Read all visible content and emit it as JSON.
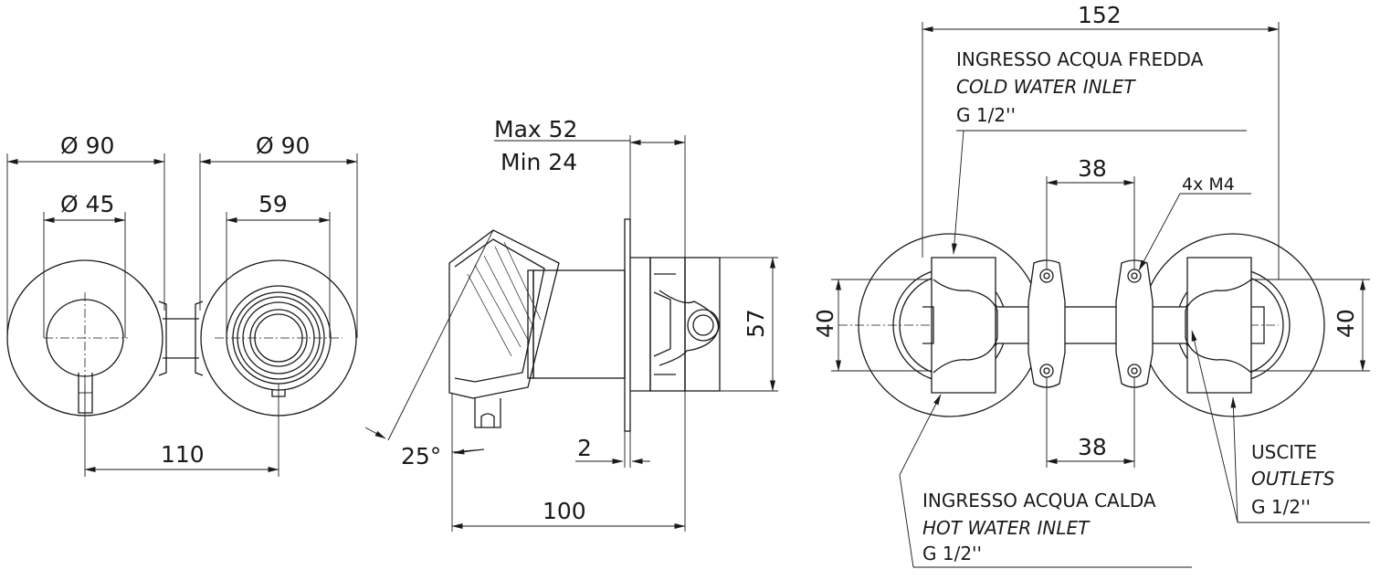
{
  "dimensions": {
    "front_outer_dia_left": "Ø 90",
    "front_outer_dia_right": "Ø 90",
    "handle_dia": "Ø 45",
    "cartridge_width": "59",
    "center_distance": "110",
    "max_depth": "Max 52",
    "min_depth": "Min 24",
    "body_height": "57",
    "plate_thickness": "2",
    "total_depth": "100",
    "handle_angle": "25°",
    "overall_width": "152",
    "fixing_spacing_top": "38",
    "fixing_spacing_bottom": "38",
    "screws": "4x M4",
    "inlet_height_left": "40",
    "inlet_height_right": "40"
  },
  "labels": {
    "cold_inlet_it": "INGRESSO ACQUA FREDDA",
    "cold_inlet_en": "COLD WATER INLET",
    "cold_inlet_thread": "G 1/2''",
    "hot_inlet_it": "INGRESSO ACQUA CALDA",
    "hot_inlet_en": "HOT WATER INLET",
    "hot_inlet_thread": "G 1/2''",
    "outlets_it": "USCITE",
    "outlets_en": "OUTLETS",
    "outlets_thread": "G 1/2''"
  }
}
